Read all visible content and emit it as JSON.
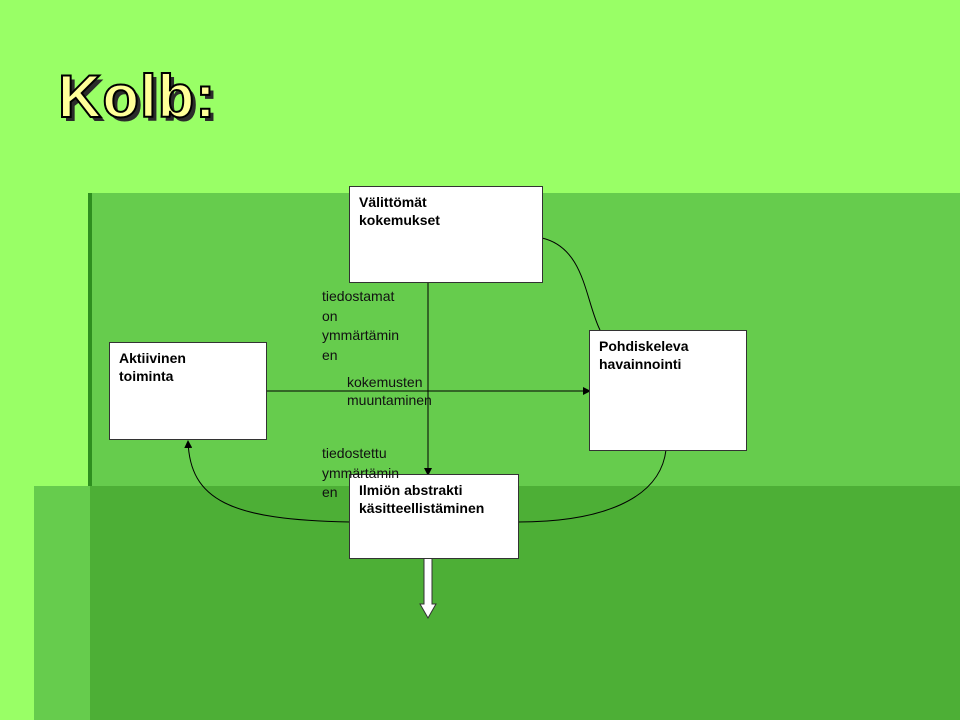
{
  "slide": {
    "title": "Kolb:"
  },
  "nodes": {
    "valittomat": [
      "Välittömät",
      "kokemukset"
    ],
    "pohdiskeleva": [
      "Pohdiskeleva",
      "havainnointi"
    ],
    "aktiivinen": [
      "Aktiivinen",
      "toiminta"
    ],
    "abstrakti": [
      "Ilmiön abstrakti",
      "käsitteellistäminen"
    ]
  },
  "edge_labels": {
    "tiedostamaton": [
      "tiedostamat",
      "on",
      "ymmärtämin",
      "en"
    ],
    "muuntaminen": [
      "kokemusten",
      "muuntaminen"
    ],
    "tiedostettu": [
      "tiedostettu",
      "ymmärtämin",
      "en"
    ]
  },
  "colors": {
    "background": "#99ff66",
    "panel": "#66cc4d",
    "panel_dark": "#4daf36",
    "title_fill": "#ffff99"
  }
}
